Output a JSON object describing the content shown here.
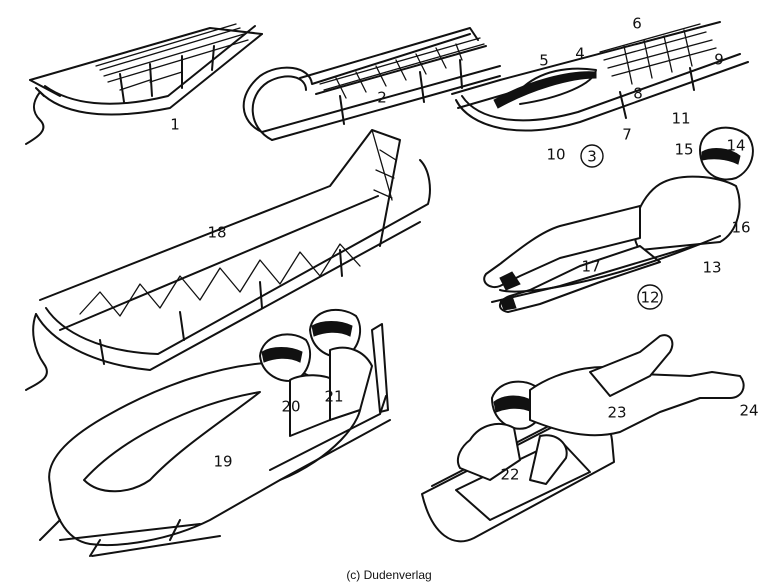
{
  "figure": {
    "labels": [
      {
        "id": "1",
        "text": "1"
      },
      {
        "id": "2",
        "text": "2"
      },
      {
        "id": "3",
        "text": "3"
      },
      {
        "id": "4",
        "text": "4"
      },
      {
        "id": "5",
        "text": "5"
      },
      {
        "id": "6",
        "text": "6"
      },
      {
        "id": "7",
        "text": "7"
      },
      {
        "id": "8",
        "text": "8"
      },
      {
        "id": "9",
        "text": "9"
      },
      {
        "id": "10",
        "text": "10"
      },
      {
        "id": "11",
        "text": "11"
      },
      {
        "id": "12",
        "text": "12"
      },
      {
        "id": "13",
        "text": "13"
      },
      {
        "id": "14",
        "text": "14"
      },
      {
        "id": "15",
        "text": "15"
      },
      {
        "id": "16",
        "text": "16"
      },
      {
        "id": "17",
        "text": "17"
      },
      {
        "id": "18",
        "text": "18"
      },
      {
        "id": "19",
        "text": "19"
      },
      {
        "id": "20",
        "text": "20"
      },
      {
        "id": "21",
        "text": "21"
      },
      {
        "id": "22",
        "text": "22"
      },
      {
        "id": "23",
        "text": "23"
      },
      {
        "id": "24",
        "text": "24"
      }
    ],
    "circled_labels": [
      "3",
      "12"
    ]
  },
  "caption": "(c) Dudenverlag"
}
